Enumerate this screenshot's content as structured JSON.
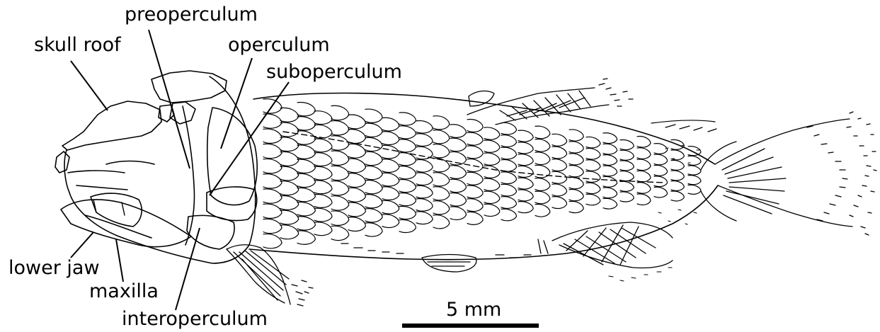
{
  "labels": {
    "skull_roof": "skull roof",
    "preoperculum": "preoperculum",
    "operculum": "operculum",
    "suboperculum": "suboperculum",
    "lower_jaw": "lower jaw",
    "maxilla": "maxilla",
    "interoperculum": "interoperculum"
  },
  "scale_bar": {
    "label": "5 mm"
  },
  "colors": {
    "ink": "#000000",
    "background": "#ffffff"
  }
}
